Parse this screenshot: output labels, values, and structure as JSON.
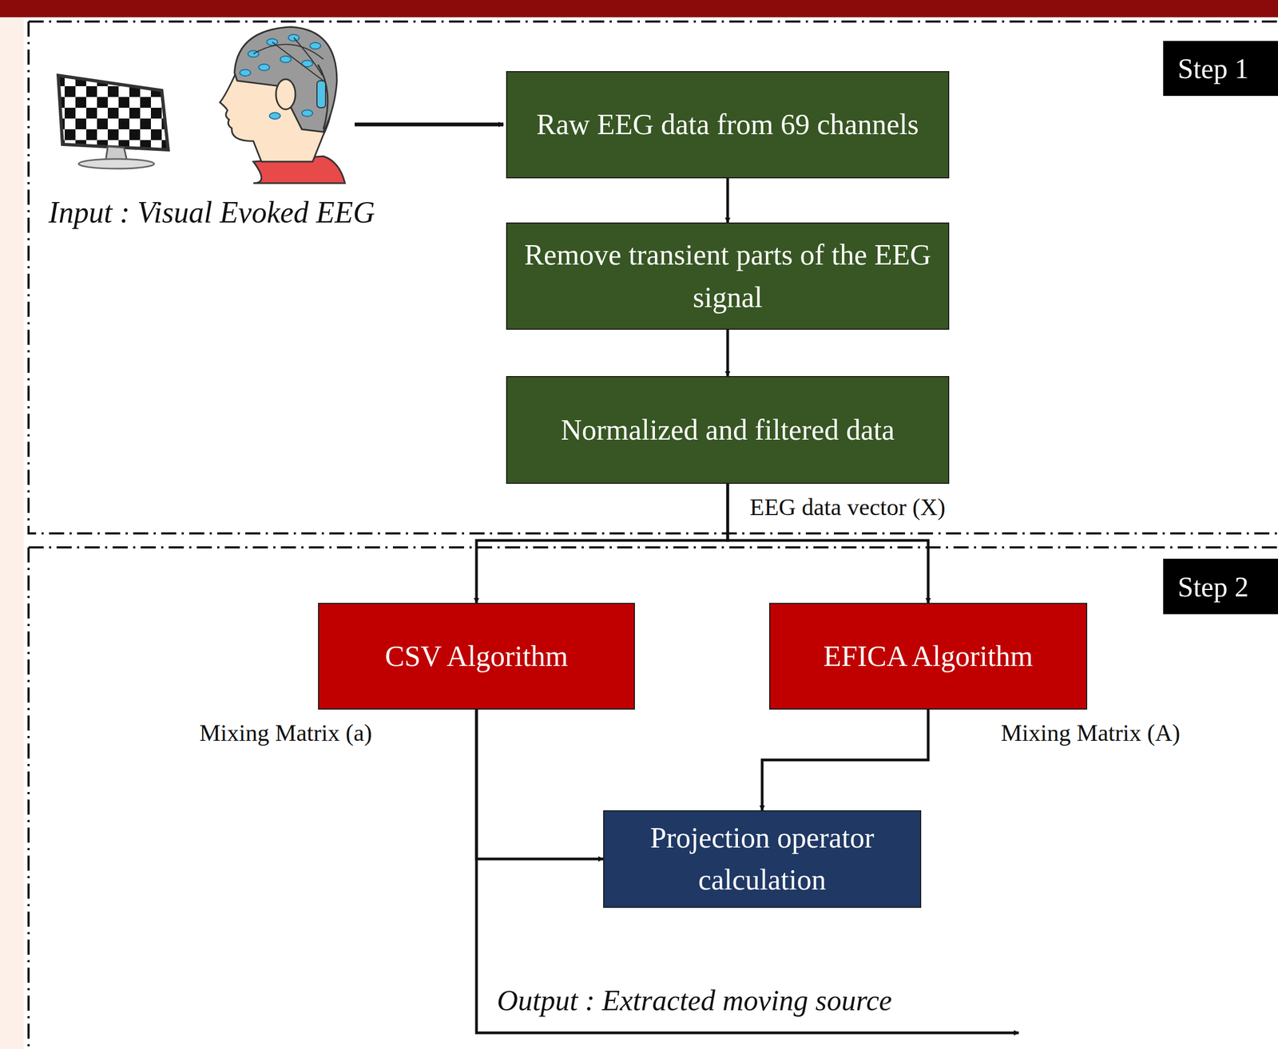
{
  "diagram": {
    "nodes": [
      {
        "text": [
          "Raw EEG data from 69 channels"
        ]
      },
      {
        "text": [
          "Remove transient parts of the EEG signal"
        ]
      },
      {
        "text": [
          "Normalized and filtered data"
        ]
      },
      {
        "text": [
          "CSV Algorithm"
        ]
      },
      {
        "text": [
          "EFICA Algorithm"
        ]
      },
      {
        "text": [
          "Projection operator calculation"
        ]
      }
    ],
    "edges": [
      {
        "from": 0,
        "to": 1,
        "arrow": "to"
      },
      {
        "from": 1,
        "to": 2,
        "arrow": "to"
      },
      {
        "from": 2,
        "to": 3,
        "arrow": "to"
      },
      {
        "from": 2,
        "to": 4,
        "arrow": "to"
      },
      {
        "from": 3,
        "to": 5,
        "label": "Mixing Matrix (a)",
        "arrow": "to"
      },
      {
        "from": 4,
        "to": 5,
        "label": "Mixing Matrix (A)",
        "arrow": "to"
      }
    ],
    "labels": [
      "Step 1",
      "Input : Visual Evoked EEG",
      "EEG data vector (X)",
      "Step 2",
      "Output : Extracted moving source"
    ]
  }
}
